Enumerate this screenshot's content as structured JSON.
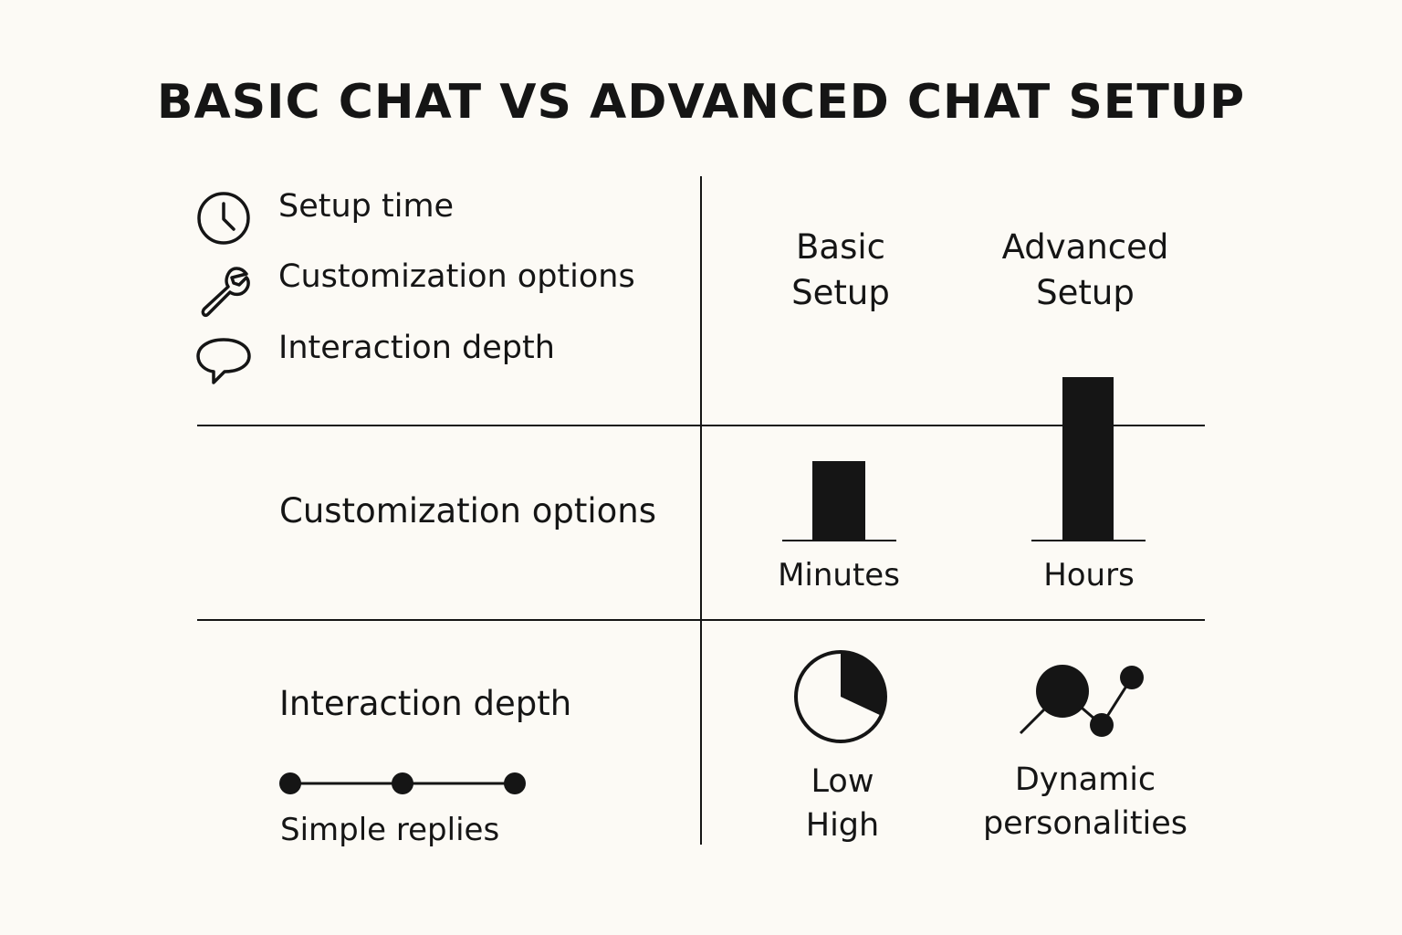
{
  "title": "BASIC CHAT VS ADVANCED CHAT SETUP",
  "legend": [
    {
      "icon": "clock-icon",
      "label": "Setup time"
    },
    {
      "icon": "wrench-icon",
      "label": "Customization options"
    },
    {
      "icon": "speech-bubble-icon",
      "label": "Interaction depth"
    }
  ],
  "columns": {
    "basic": {
      "line1": "Basic",
      "line2": "Setup"
    },
    "advanced": {
      "line1": "Advanced",
      "line2": "Setup"
    }
  },
  "rows": {
    "customization": {
      "label": "Customization options",
      "basic_caption": "Minutes",
      "advanced_caption": "Hours"
    },
    "interaction": {
      "label": "Interaction depth",
      "sub_caption": "Simple replies",
      "basic_caption_1": "Low",
      "basic_caption_2": "High",
      "advanced_caption_1": "Dynamic",
      "advanced_caption_2": "personalities"
    }
  },
  "colors": {
    "ink": "#151515",
    "background": "#fcfaf5"
  }
}
